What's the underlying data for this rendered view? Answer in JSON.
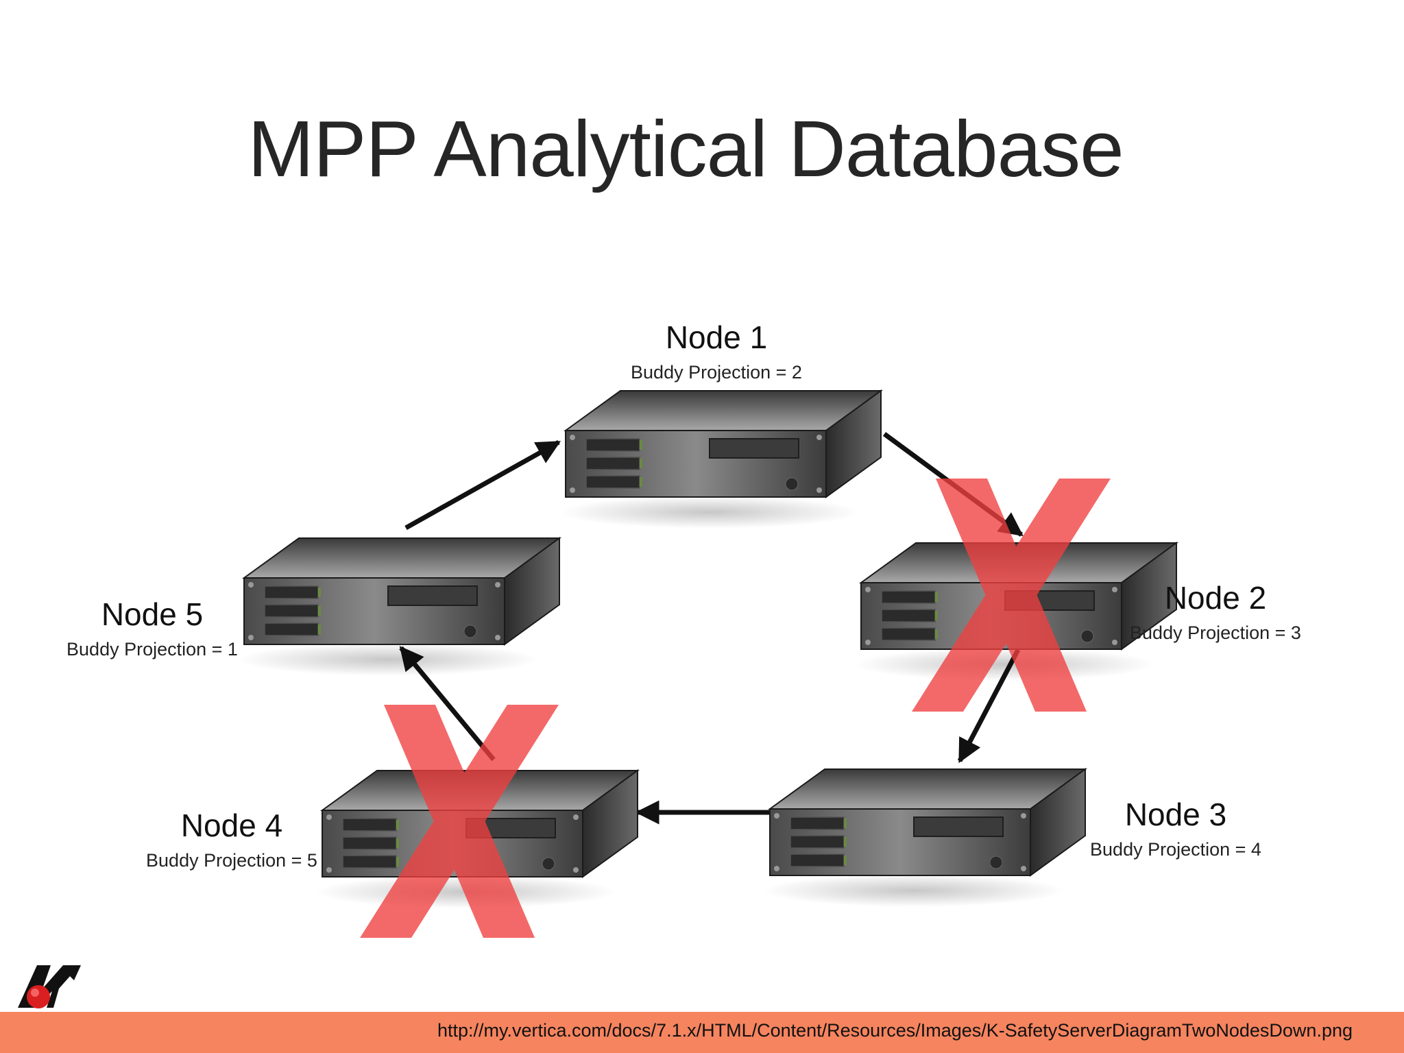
{
  "slide": {
    "title": "MPP Analytical Database",
    "footer_url": "http://my.vertica.com/docs/7.1.x/HTML/Content/Resources/Images/K-SafetyServerDiagramTwoNodesDown.png"
  },
  "diagram": {
    "nodes": [
      {
        "name": "Node 1",
        "buddy": "Buddy Projection = 2",
        "down": false
      },
      {
        "name": "Node 2",
        "buddy": "Buddy Projection = 3",
        "down": true
      },
      {
        "name": "Node 3",
        "buddy": "Buddy Projection = 4",
        "down": false
      },
      {
        "name": "Node 4",
        "buddy": "Buddy Projection = 5",
        "down": true
      },
      {
        "name": "Node 5",
        "buddy": "Buddy Projection = 1",
        "down": false
      }
    ],
    "edges": [
      {
        "from": "Node 1",
        "to": "Node 2"
      },
      {
        "from": "Node 2",
        "to": "Node 3"
      },
      {
        "from": "Node 3",
        "to": "Node 4"
      },
      {
        "from": "Node 4",
        "to": "Node 5"
      },
      {
        "from": "Node 5",
        "to": "Node 1"
      }
    ],
    "down_marker_color": "#f04040"
  }
}
